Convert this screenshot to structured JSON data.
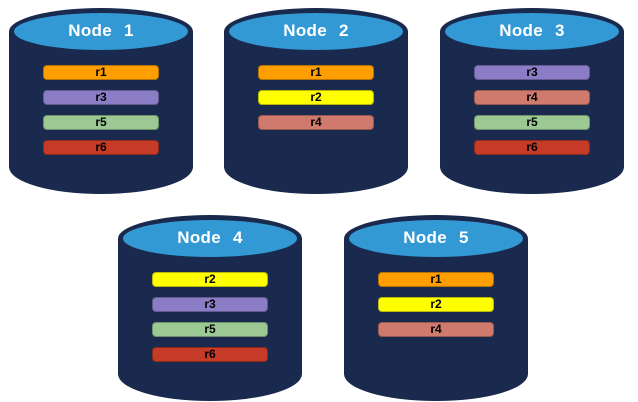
{
  "colors": {
    "background": "#ffffff",
    "cylinder_body": "#1a2a4e",
    "cylinder_top": "#3399d5",
    "title_text": "#ffffff",
    "bar_text": "#000000"
  },
  "replica_colors": {
    "r1": "#ff9e00",
    "r2": "#ffff00",
    "r3": "#8a7dc6",
    "r4": "#d07a6e",
    "r5": "#9cc894",
    "r6": "#c53b28"
  },
  "nodes": [
    {
      "label": "Node 1",
      "replicas": [
        "r1",
        "r3",
        "r5",
        "r6"
      ]
    },
    {
      "label": "Node 2",
      "replicas": [
        "r1",
        "r2",
        "r4"
      ]
    },
    {
      "label": "Node 3",
      "replicas": [
        "r3",
        "r4",
        "r5",
        "r6"
      ]
    },
    {
      "label": "Node 4",
      "replicas": [
        "r2",
        "r3",
        "r5",
        "r6"
      ]
    },
    {
      "label": "Node 5",
      "replicas": [
        "r1",
        "r2",
        "r4"
      ]
    }
  ]
}
